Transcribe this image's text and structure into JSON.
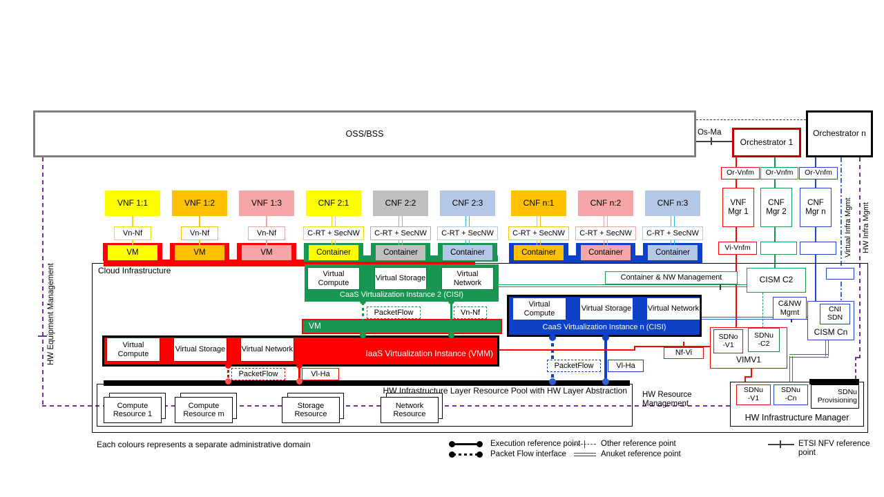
{
  "colors": {
    "red": "#FF0000",
    "orchestrator_red": "#C00000",
    "green": "#179752",
    "blue_fill": "#0C41C8",
    "blue_line": "#1F49C8",
    "yellow": "#FFFF00",
    "orange": "#FFC000",
    "pink": "#F6A6A6",
    "gray": "#BFBFBF",
    "light_blue": "#B4C7E7",
    "cyan": "#29B9E8",
    "purple": "#7030A0",
    "oss_gray": "#7F7F7F"
  },
  "oss_bss": {
    "label": "OSS/BSS"
  },
  "top": {
    "os_ma": "Os-Ma",
    "orchestrator_1": "Orchestrator 1",
    "orchestrator_n": "Orchestrator n"
  },
  "managers": {
    "or_vnfm": [
      "Or-Vnfm",
      "Or-Vnfm",
      "Or-Vnfm"
    ],
    "boxes": [
      "VNF Mgr 1",
      "CNF Mgr 2",
      "CNF Mgr n"
    ],
    "vi_vnfm": "Vi-Vnfm"
  },
  "side_labels": {
    "virtual_infra": "Virtual Infra Mgmt",
    "hw_infra": "HW Infra Mgmt",
    "hw_equipment": "HW Equipment Management"
  },
  "nf_columns": [
    {
      "nf": "VNF 1:1",
      "iface": "Vn-Nf",
      "runtime": "VM"
    },
    {
      "nf": "VNF 1:2",
      "iface": "Vn-Nf",
      "runtime": "VM"
    },
    {
      "nf": "VNF 1:3",
      "iface": "Vn-Nf",
      "runtime": "VM"
    },
    {
      "nf": "CNF 2:1",
      "iface": "C-RT + SecNW",
      "runtime": "Container"
    },
    {
      "nf": "CNF 2:2",
      "iface": "C-RT + SecNW",
      "runtime": "Container"
    },
    {
      "nf": "CNF 2:3",
      "iface": "C-RT + SecNW",
      "runtime": "Container"
    },
    {
      "nf": "CNF n:1",
      "iface": "C-RT + SecNW",
      "runtime": "Container"
    },
    {
      "nf": "CNF n:2",
      "iface": "C-RT + SecNW",
      "runtime": "Container"
    },
    {
      "nf": "CNF n:3",
      "iface": "C-RT + SecNW",
      "runtime": "Container"
    }
  ],
  "cloud": {
    "title": "Cloud Infrastructure",
    "cisi2": {
      "title": "CaaS Virtualization Instance 2 (CISI)",
      "components": [
        "Virtual Compute",
        "Virtual Storage",
        "Virtual Network"
      ],
      "packetflow": "PacketFlow",
      "vn_nf": "Vn-Nf"
    },
    "vm_bar": "VM",
    "iaas": {
      "title": "IaaS Virtualization Instance (VMM)",
      "components": [
        "Virtual Compute",
        "Virtual Storage",
        "Virtual Network"
      ],
      "packetflow": "PacketFlow",
      "vl_ha": "Vl-Ha"
    },
    "cisin": {
      "title": "CaaS Virtualization Instance n (CISI)",
      "components": [
        "Virtual Compute",
        "Virtual Storage",
        "Virtual Network"
      ],
      "packetflow": "PacketFlow",
      "vl_ha": "Vl-Ha"
    },
    "nf_vi": "Nf-Vi",
    "container_nw_mgmt": "Container & NW Management",
    "cism_c2": "CISM C2",
    "cnw_mgmt": "C&NW Mgmt",
    "cni_sdn": "CNI SDN",
    "cism_cn": "CISM Cn",
    "vim": {
      "sdno_v1": "SDNo\n-V1",
      "sdnu_c2": "SDNu\n-C2",
      "label": "VIMV1"
    },
    "hw_pool": {
      "title": "HW Infrastructure Layer Resource Pool with HW Layer Abstraction",
      "resources": [
        "Compute Resource 1",
        "Compute Resource m",
        "Storage Resource",
        "Network Resource"
      ]
    },
    "hw_resource_mgmt": "HW Resource Management",
    "hw_infra_manager": {
      "label": "HW Infrastructure Manager",
      "sdnu_v1": "SDNu\n-V1",
      "sdnu_cn": "SDNu\n-Cn",
      "sdnu_prov": "SDNu Provisioning"
    }
  },
  "legend": {
    "execution": "Execution reference point",
    "packet_flow": "Packet Flow interface",
    "other": "Other reference point",
    "anuket": "Anuket reference point",
    "etsi": "ETSI NFV reference point"
  },
  "footnote": "Each colours represents a separate administrative domain"
}
